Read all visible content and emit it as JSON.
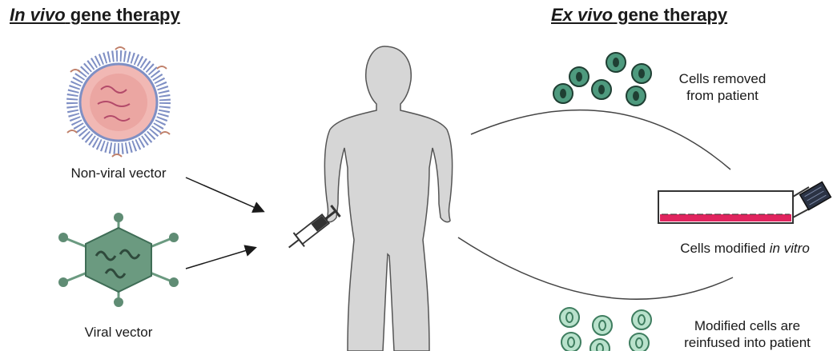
{
  "left_heading": {
    "italic": "In vivo",
    "rest": " gene therapy"
  },
  "right_heading": {
    "italic": "Ex vivo",
    "rest": " gene therapy"
  },
  "labels": {
    "non_viral_vector": "Non-viral vector",
    "viral_vector": "Viral vector",
    "cells_removed_line1": "Cells removed",
    "cells_removed_line2": "from patient",
    "cells_modified_plain": "Cells modified ",
    "cells_modified_italic": "in vitro",
    "reinfused_line1": "Modified cells are",
    "reinfused_line2": "reinfused into patient"
  },
  "colors": {
    "body_fill": "#d6d6d6",
    "cell_dark_fill": "#4e9a7e",
    "cell_light_fill": "#b9e2cc",
    "virus_fill": "#6b9a80",
    "culture_medium": "#e0245e",
    "liposome_core": "#f1b8b4",
    "liposome_lipid": "#7f8fc4"
  },
  "icons": [
    "liposome-icon",
    "virus-icon",
    "human-body-icon",
    "syringe-icon",
    "culture-flask-icon"
  ]
}
